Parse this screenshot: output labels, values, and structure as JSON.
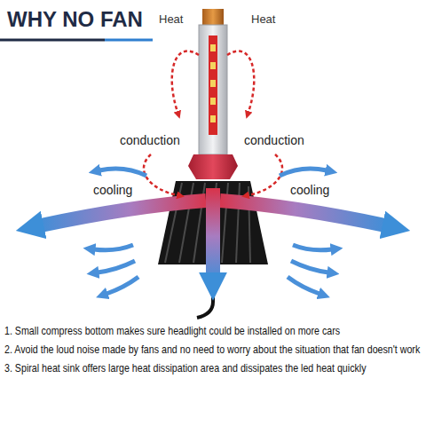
{
  "diagram": {
    "title": "WHY NO FAN",
    "labels": [
      "Heat",
      "Heat",
      "conduction",
      "conduction",
      "cooling",
      "cooling",
      "1. Small compress bottom makes sure headlight could be installed on more cars",
      "2. Avoid the loud noise made by fans and no need to worry about the situation that fan doesn't work",
      "3. Spiral heat sink offers large heat dissipation area and dissipates the led heat quickly"
    ]
  }
}
